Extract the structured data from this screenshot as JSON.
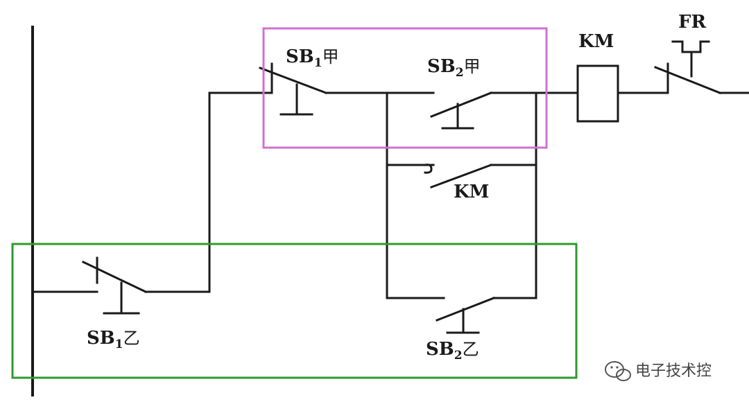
{
  "labels": {
    "sb1_jia": {
      "main": "SB",
      "sub": "1",
      "suffix": "甲"
    },
    "sb2_jia": {
      "main": "SB",
      "sub": "2",
      "suffix": "甲"
    },
    "km_coil": "KM",
    "fr": "FR",
    "km_aux": "KM",
    "sb1_yi": {
      "main": "SB",
      "sub": "1",
      "suffix": "乙"
    },
    "sb2_yi": {
      "main": "SB",
      "sub": "2",
      "suffix": "乙"
    }
  },
  "watermark": {
    "text": "电子技术控",
    "icon": "wechat-icon"
  },
  "colors": {
    "wire": "#1a1a1a",
    "station_jia_box": "#d070d0",
    "station_yi_box": "#2e9a2e"
  }
}
